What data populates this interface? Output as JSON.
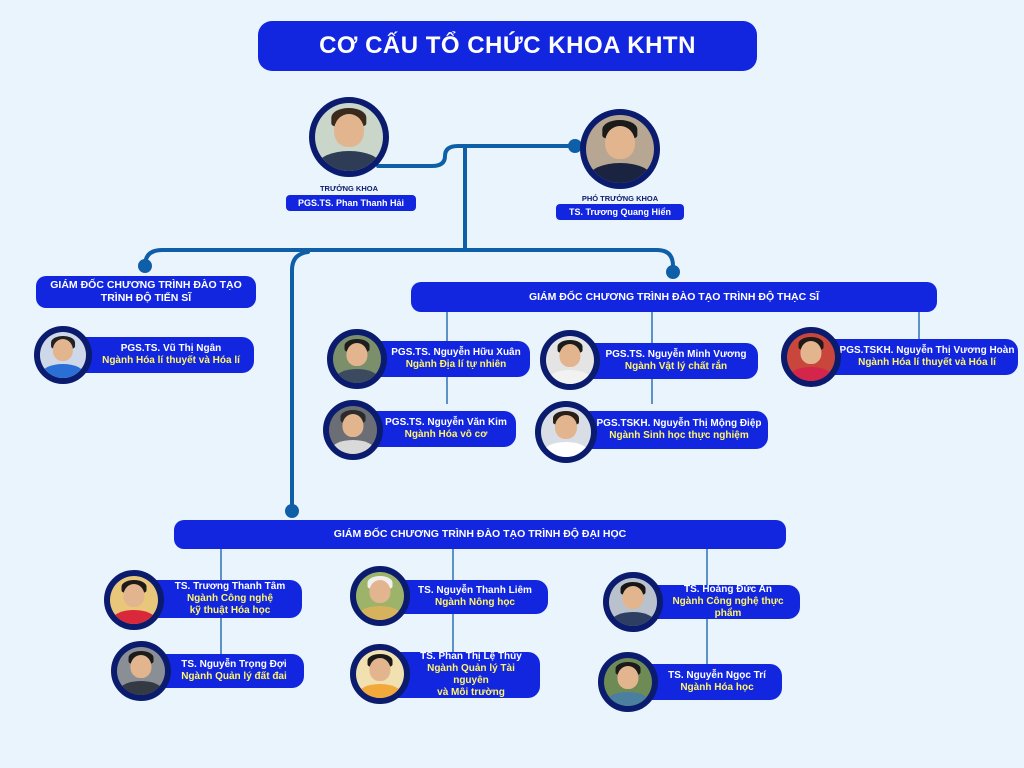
{
  "title": "CƠ CẤU TỔ CHỨC KHOA KHTN",
  "leaders": {
    "dean": {
      "role": "TRƯỞNG KHOA",
      "name": "PGS.TS. Phan Thanh Hải"
    },
    "vice_dean": {
      "role": "PHÓ TRƯỞNG KHOA",
      "name": "TS. Trương Quang Hiển"
    }
  },
  "groups": {
    "phd": {
      "title_line1": "GIÁM ĐỐC CHƯƠNG TRÌNH ĐÀO TẠO",
      "title_line2": "TRÌNH ĐỘ TIẾN SĨ",
      "members": [
        {
          "name": "PGS.TS. Vũ Thị Ngân",
          "major": "Ngành Hóa lí thuyết và Hóa lí"
        }
      ]
    },
    "master": {
      "title": "GIÁM ĐỐC CHƯƠNG TRÌNH ĐÀO TẠO TRÌNH ĐỘ THẠC SĨ",
      "members": [
        {
          "name": "PGS.TS. Nguyễn Hữu Xuân",
          "major": "Ngành Địa lí tự nhiên"
        },
        {
          "name": "PGS.TS. Nguyễn Văn Kim",
          "major": "Ngành Hóa vô cơ"
        },
        {
          "name": "PGS.TS. Nguyễn Minh Vương",
          "major": "Ngành Vật lý chất rắn"
        },
        {
          "name": "PGS.TSKH. Nguyễn Thị Mộng Điệp",
          "major": "Ngành Sinh học thực nghiệm"
        },
        {
          "name": "PGS.TSKH. Nguyễn Thị Vương Hoàn",
          "major": "Ngành Hóa lí thuyết và Hóa lí"
        }
      ]
    },
    "bachelor": {
      "title": "GIÁM ĐỐC CHƯƠNG TRÌNH ĐÀO TẠO TRÌNH ĐỘ ĐẠI HỌC",
      "members": [
        {
          "name": "TS. Trương Thanh Tâm",
          "major_line1": "Ngành Công nghệ",
          "major_line2": "kỹ thuật Hóa học"
        },
        {
          "name": "TS. Nguyễn Trọng Đợi",
          "major": "Ngành Quản lý đất đai"
        },
        {
          "name": "TS. Nguyễn Thanh Liêm",
          "major": "Ngành Nông học"
        },
        {
          "name": "TS. Phan Thị Lệ Thủy",
          "major_line1": "Ngành Quản lý Tài nguyên",
          "major_line2": "và Môi trường"
        },
        {
          "name": "TS. Hoàng Đức An",
          "major": "Ngành Công nghệ thực phẩm"
        },
        {
          "name": "TS. Nguyễn Ngọc Trí",
          "major": "Ngành Hóa học"
        }
      ]
    }
  },
  "colors": {
    "primary": "#1226e0",
    "connector": "#0f5fa8",
    "major_text": "#fff56a",
    "background": "#eaf4fd"
  }
}
